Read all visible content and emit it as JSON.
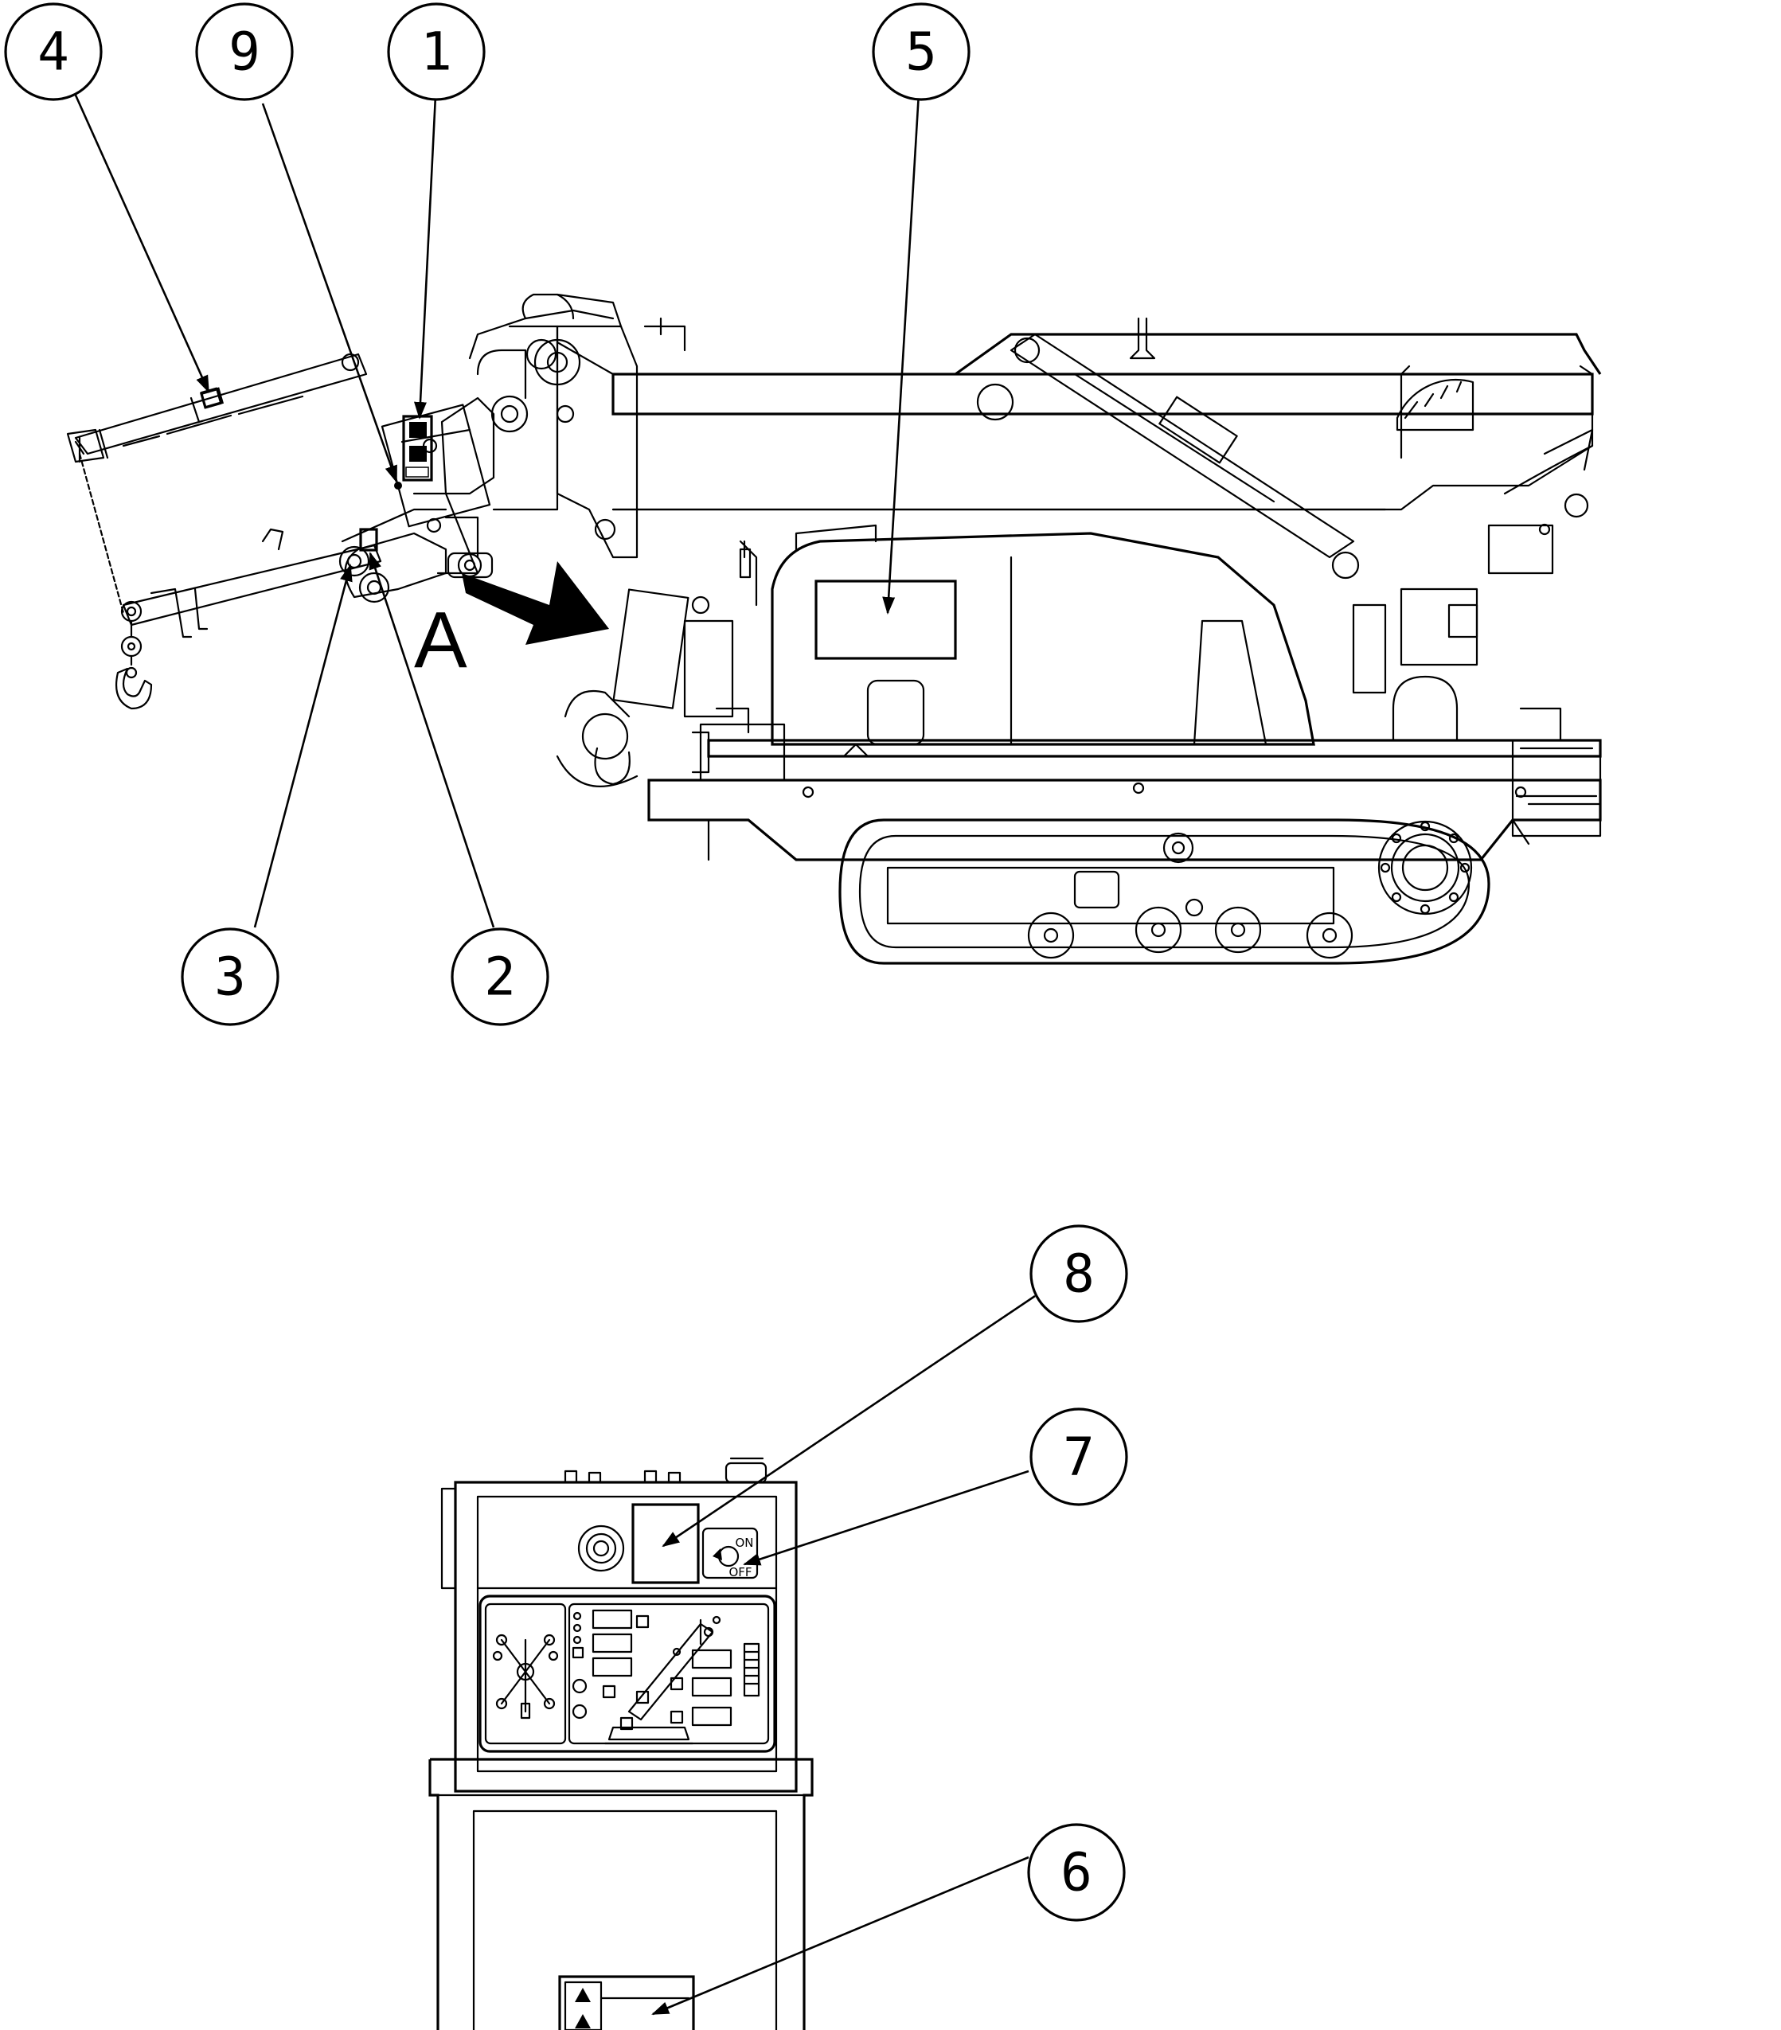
{
  "view_label": "A",
  "switch_labels": {
    "on": "ON",
    "off": "OFF"
  },
  "callouts": [
    {
      "id": "callout-1",
      "number": "1"
    },
    {
      "id": "callout-2",
      "number": "2"
    },
    {
      "id": "callout-3",
      "number": "3"
    },
    {
      "id": "callout-4",
      "number": "4"
    },
    {
      "id": "callout-5",
      "number": "5"
    },
    {
      "id": "callout-6",
      "number": "6"
    },
    {
      "id": "callout-7",
      "number": "7"
    },
    {
      "id": "callout-8",
      "number": "8"
    },
    {
      "id": "callout-9",
      "number": "9"
    }
  ]
}
